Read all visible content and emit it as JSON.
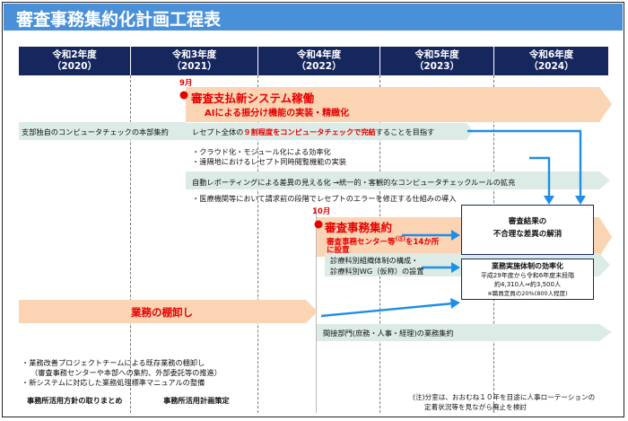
{
  "title": "審査事務集約化計画工程表",
  "years": [
    {
      "reiwa": "令和2年度",
      "ad": "（2020）"
    },
    {
      "reiwa": "令和3年度",
      "ad": "（2021）"
    },
    {
      "reiwa": "令和4年度",
      "ad": "（2022）"
    },
    {
      "reiwa": "令和5年度",
      "ad": "（2023）"
    },
    {
      "reiwa": "令和6年度",
      "ad": "（2024）"
    }
  ],
  "system": {
    "month": "9月",
    "heading": "審査支払新システム稼働",
    "subheading": "AIによる振分け機能の実装・精緻化",
    "rec_pre": "レセプト全体の",
    "rec_red": "９割程度をコンピュータチェックで完結",
    "rec_post": "することを目指す",
    "bullet1": "・クラウド化・モジュール化による効率化",
    "bullet2": "・遠隔地におけるレセプト同時閲覧機能の実装",
    "visual_report": "自動レポーティングによる差異の見える化 →統一的・客観的なコンピュータチェックルールの拡充",
    "medical_bullet": "・医療機関等において請求前の段階でレセプトのエラーを修正する仕組みの導入"
  },
  "branch_check": "支部独自のコンピュータチェックの本部集約",
  "consolidation": {
    "month": "10月",
    "heading": "審査事務集約",
    "line1": "審査事務センター等",
    "note_mark": "(注)",
    "line1_end": "を14か所",
    "line2": "に設置",
    "sub1": "診療科別組織体制の構成・",
    "sub2": "診療科別WG（仮称）の設置"
  },
  "box_differences": {
    "line1": "審査結果の",
    "line2": "不合理な差異の解消"
  },
  "box_efficiency": {
    "line1": "業務実施体制の効率化",
    "line2": "平成29年度から令和6年度末段階",
    "line3": "約4,310人⇒約3,500人",
    "line4": "※職員定員の20%(800人程度)"
  },
  "inventory": {
    "label": "業務の棚卸し",
    "indirect": "間接部門(庶務・人事・経理)の業務集約"
  },
  "bottom_notes": {
    "n1": "・業務改善プロジェクトチームによる既存業務の棚卸し",
    "n2": "（審査事務センターや本部への集約、外部委託等の推進）",
    "n3": "・新システムに対応した業務処理標準マニュアルの整備",
    "policy1": "事務所活用方針の取りまとめ",
    "policy2": "事務所活用計画策定"
  },
  "footnote": {
    "line1": "(注)分室は、おおむね１０年を目途に人事ローテーションの",
    "line2": "定着状況等を見ながら廃止を検討"
  },
  "colors": {
    "title_bg": "#4a90d9",
    "header_bg": "#16275e",
    "orange": "#fbd4b4",
    "teal": "#dcebe6",
    "red": "#e60000",
    "arrow_blue": "#1e8ee6"
  }
}
